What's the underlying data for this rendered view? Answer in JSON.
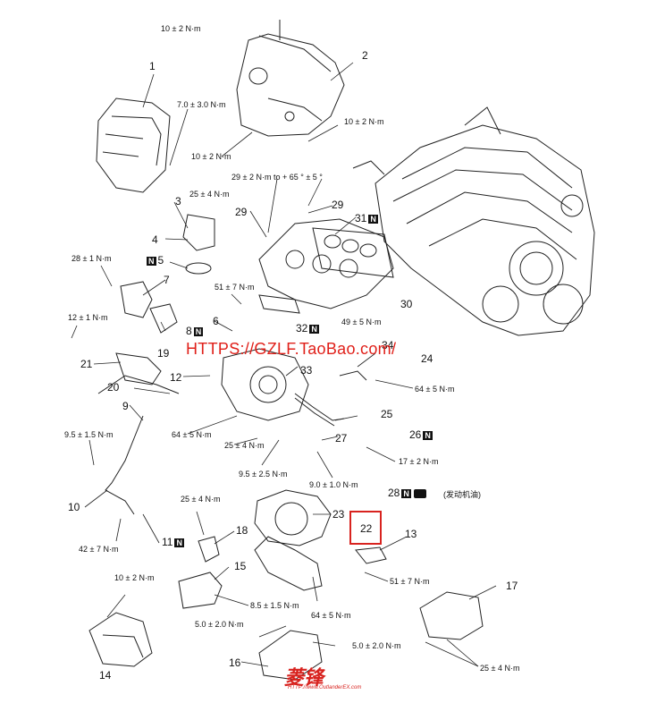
{
  "watermark": "HTTPS://GZLF.TaoBao.com/",
  "logo": {
    "name": "菱锋",
    "url": "HTTP://www.OutlanderEX.com"
  },
  "highlight": {
    "part_number": "22",
    "color": "#d8231f"
  },
  "torque_labels": {
    "t01": "10 ± 2 N·m",
    "t02": "7.0 ± 3.0 N·m",
    "t03": "10 ± 2 N·m",
    "t04": "10 ± 2 N·m",
    "t05": "29 ± 2 N·m to + 65 ° ± 5 °",
    "t06": "25 ± 4 N·m",
    "t07": "28 ± 1 N·m",
    "t08": "51 ± 7 N·m",
    "t09": "12 ± 1 N·m",
    "t10": "49 ± 5 N·m",
    "t11": "64 ± 5 N·m",
    "t12": "9.5 ± 1.5 N·m",
    "t13": "64 ± 5 N·m",
    "t14": "25 ± 4 N·m",
    "t15": "9.5 ± 2.5 N·m",
    "t16": "9.0 ± 1.0 N·m",
    "t17": "17 ± 2 N·m",
    "t18": "(发动机油)",
    "t19": "25 ± 4 N·m",
    "t20": "42 ± 7 N·m",
    "t21": "51 ± 7 N·m",
    "t22": "8.5 ± 1.5 N·m",
    "t23": "64 ± 5 N·m",
    "t24": "10 ± 2 N·m",
    "t25": "5.0 ± 2.0 N·m",
    "t26": "5.0 ± 2.0 N·m",
    "t27": "25 ± 4 N·m"
  },
  "part_numbers": {
    "p1": "1",
    "p2": "2",
    "p3": "3",
    "p4": "4",
    "p5": "5",
    "p6": "6",
    "p7": "7",
    "p8": "8",
    "p9": "9",
    "p10": "10",
    "p11": "11",
    "p12": "12",
    "p13": "13",
    "p14": "14",
    "p15": "15",
    "p16": "16",
    "p17": "17",
    "p18": "18",
    "p19": "19",
    "p20": "20",
    "p21": "21",
    "p23": "23",
    "p24": "24",
    "p25": "25",
    "p26": "26",
    "p27": "27",
    "p28": "28",
    "p29a": "29",
    "p29b": "29",
    "p30": "30",
    "p31": "31",
    "p32": "32",
    "p33": "33",
    "p34": "34"
  },
  "n_marker": "N"
}
